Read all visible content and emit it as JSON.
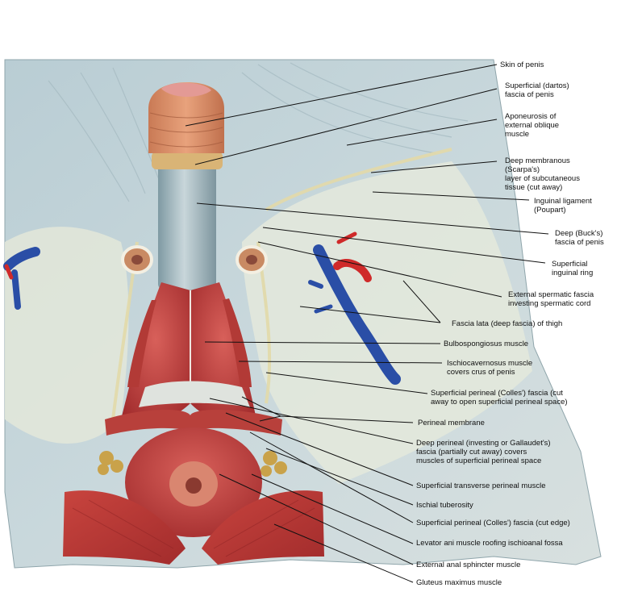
{
  "labels": [
    {
      "id": "skin-of-penis",
      "lines": [
        "Skin of penis"
      ]
    },
    {
      "id": "superficial-dartos-fascia",
      "lines": [
        "Superficial (dartos)",
        "fascia of penis"
      ]
    },
    {
      "id": "aponeurosis-external-oblique",
      "lines": [
        "Aponeurosis of",
        "external oblique",
        "muscle"
      ]
    },
    {
      "id": "deep-membranous-scarpa",
      "lines": [
        "Deep membranous",
        "(Scarpa's)",
        "layer of subcutaneous",
        "tissue (cut away)"
      ]
    },
    {
      "id": "inguinal-ligament",
      "lines": [
        "Inguinal ligament",
        "(Poupart)"
      ]
    },
    {
      "id": "deep-bucks-fascia",
      "lines": [
        "Deep (Buck's)",
        "fascia of penis"
      ]
    },
    {
      "id": "superficial-inguinal-ring",
      "lines": [
        "Superficial",
        "inguinal ring"
      ]
    },
    {
      "id": "external-spermatic-fascia",
      "lines": [
        "External spermatic fascia",
        "investing spermatic cord"
      ]
    },
    {
      "id": "fascia-lata",
      "lines": [
        "Fascia lata (deep fascia) of thigh"
      ]
    },
    {
      "id": "bulbospongiosus",
      "lines": [
        "Bulbospongiosus muscle"
      ]
    },
    {
      "id": "ischiocavernosus",
      "lines": [
        "Ischiocavernosus muscle",
        "covers crus of penis"
      ]
    },
    {
      "id": "superficial-perineal-colles-cut-away",
      "lines": [
        "Superficial perineal (Colles') fascia (cut",
        "away to open superficial perineal space)"
      ]
    },
    {
      "id": "perineal-membrane",
      "lines": [
        "Perineal membrane"
      ]
    },
    {
      "id": "deep-perineal-gallaudet",
      "lines": [
        "Deep perineal (investing or Gallaudet's)",
        "fascia (partially cut away) covers",
        "muscles of superficial perineal space"
      ]
    },
    {
      "id": "superficial-transverse-perineal",
      "lines": [
        "Superficial transverse perineal muscle"
      ]
    },
    {
      "id": "ischial-tuberosity",
      "lines": [
        "Ischial tuberosity"
      ]
    },
    {
      "id": "superficial-perineal-colles-cut-edge",
      "lines": [
        "Superficial perineal (Colles') fascia (cut edge)"
      ]
    },
    {
      "id": "levator-ani",
      "lines": [
        "Levator ani muscle roofing ischioanal fossa"
      ]
    },
    {
      "id": "external-anal-sphincter",
      "lines": [
        "External anal sphincter muscle"
      ]
    },
    {
      "id": "gluteus-maximus",
      "lines": [
        "Gluteus maximus muscle"
      ]
    }
  ]
}
